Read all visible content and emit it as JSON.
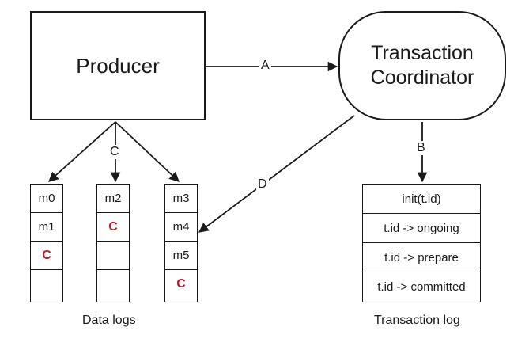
{
  "producer": {
    "label": "Producer"
  },
  "coordinator": {
    "label_line1": "Transaction",
    "label_line2": "Coordinator"
  },
  "edges": {
    "a": "A",
    "b": "B",
    "c": "C",
    "d": "D"
  },
  "data_logs": {
    "caption": "Data logs",
    "partitions": [
      {
        "cells": [
          "m0",
          "m1",
          "C",
          ""
        ]
      },
      {
        "cells": [
          "m2",
          "C",
          "",
          ""
        ]
      },
      {
        "cells": [
          "m3",
          "m4",
          "m5",
          "C"
        ]
      }
    ]
  },
  "transaction_log": {
    "caption": "Transaction log",
    "entries": [
      "init(t.id)",
      "t.id -> ongoing",
      "t.id -> prepare",
      "t.id -> committed"
    ]
  },
  "colors": {
    "commit_marker": "#b81c2c",
    "stroke": "#1a1a1a"
  }
}
